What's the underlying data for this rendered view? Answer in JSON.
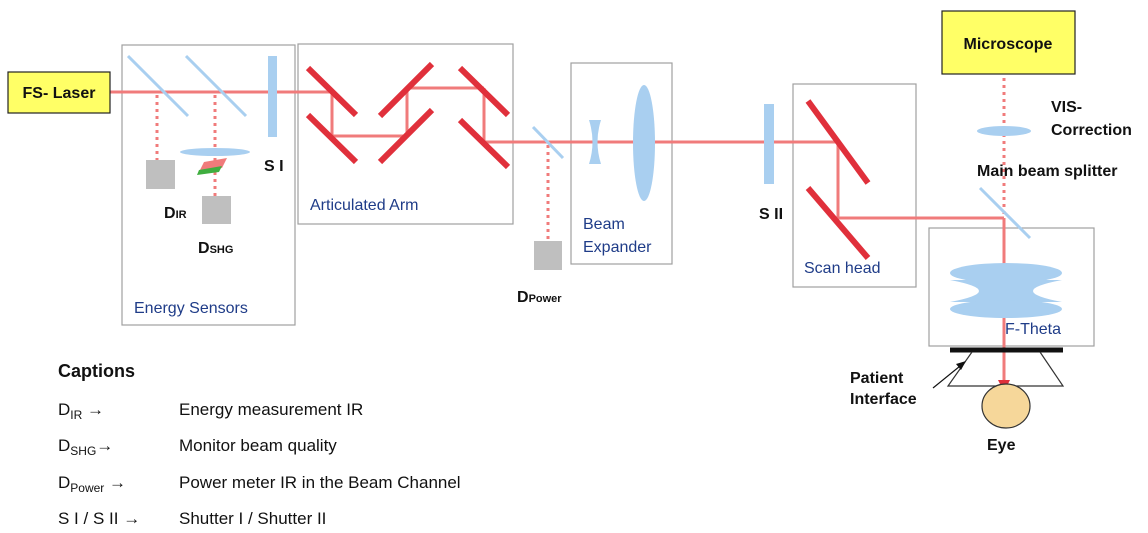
{
  "colors": {
    "beam": "#f07b7b",
    "mirror": "#e0303b",
    "lens": "#a9cff0",
    "sensor": "#bfbfbf",
    "yellow_box": "#ffff66",
    "frame": "#a0a0a0",
    "label_blue": "#1f3c88",
    "eye": "#f6d79a"
  },
  "boxes": {
    "laser": "FS- Laser",
    "microscope": "Microscope"
  },
  "labels": {
    "energy_sensors": "Energy Sensors",
    "articulated_arm": "Articulated Arm",
    "beam_expander_line1": "Beam",
    "beam_expander_line2": "Expander",
    "scan_head": "Scan head",
    "f_theta": "F-Theta",
    "shutter1": "S I",
    "shutter2": "S II",
    "vis_correction_line1": "VIS-",
    "vis_correction_line2": "Correction",
    "main_beam_splitter": "Main beam splitter",
    "patient_interface_line1": "Patient",
    "patient_interface_line2": "Interface",
    "eye": "Eye"
  },
  "detectors": {
    "d_ir": {
      "main": "D",
      "sub": "IR"
    },
    "d_shg": {
      "main": "D",
      "sub": "SHG"
    },
    "d_power": {
      "main": "D",
      "sub": "Power"
    }
  },
  "captions": {
    "title": "Captions",
    "items": [
      {
        "main": "D",
        "sub": "IR",
        "arrow": " →",
        "text": "Energy measurement IR"
      },
      {
        "main": "D",
        "sub": "SHG",
        "arrow": "→",
        "text": "Monitor beam quality"
      },
      {
        "main": "D",
        "sub": "Power",
        "arrow": " →",
        "text": "Power meter IR in the  Beam Channel"
      },
      {
        "main": "S I / S II",
        "sub": "",
        "arrow": " →",
        "text": "Shutter I / Shutter II"
      }
    ]
  }
}
